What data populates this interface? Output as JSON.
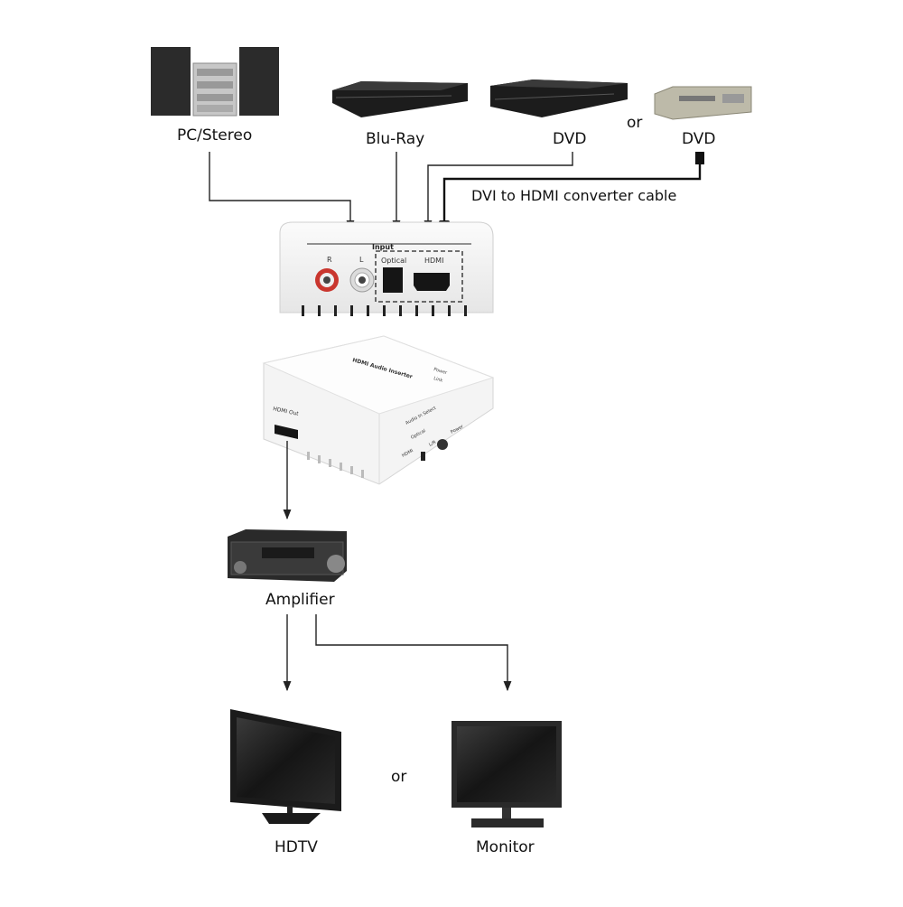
{
  "devices": {
    "pc_stereo": "PC/Stereo",
    "bluray": "Blu-Ray",
    "dvd_1": "DVD",
    "or_top": "or",
    "dvd_2": "DVD",
    "amplifier": "Amplifier",
    "hdtv": "HDTV",
    "or_bottom": "or",
    "monitor": "Monitor"
  },
  "cable_note": "DVI  to HDMI converter cable",
  "input_box": {
    "input_label": "Input",
    "r_label": "R",
    "l_label": "L",
    "optical_label": "Optical",
    "hdmi_label": "HDMI"
  },
  "output_box": {
    "top_label": "HDMI Audio Inserter",
    "hdmi_out_label": "HDMI Out",
    "audio_select_label": "Audio In Select",
    "optical_label": "Optical",
    "hdmi_label": "HDMI",
    "lr_label": "L/R",
    "power_label": "Power",
    "led1_label": "Power",
    "led2_label": "Link"
  },
  "colors": {
    "line": "#222222",
    "device_dark": "#1f1f1f",
    "device_silver": "#b9b6a6",
    "box_white": "#f7f7f7"
  }
}
